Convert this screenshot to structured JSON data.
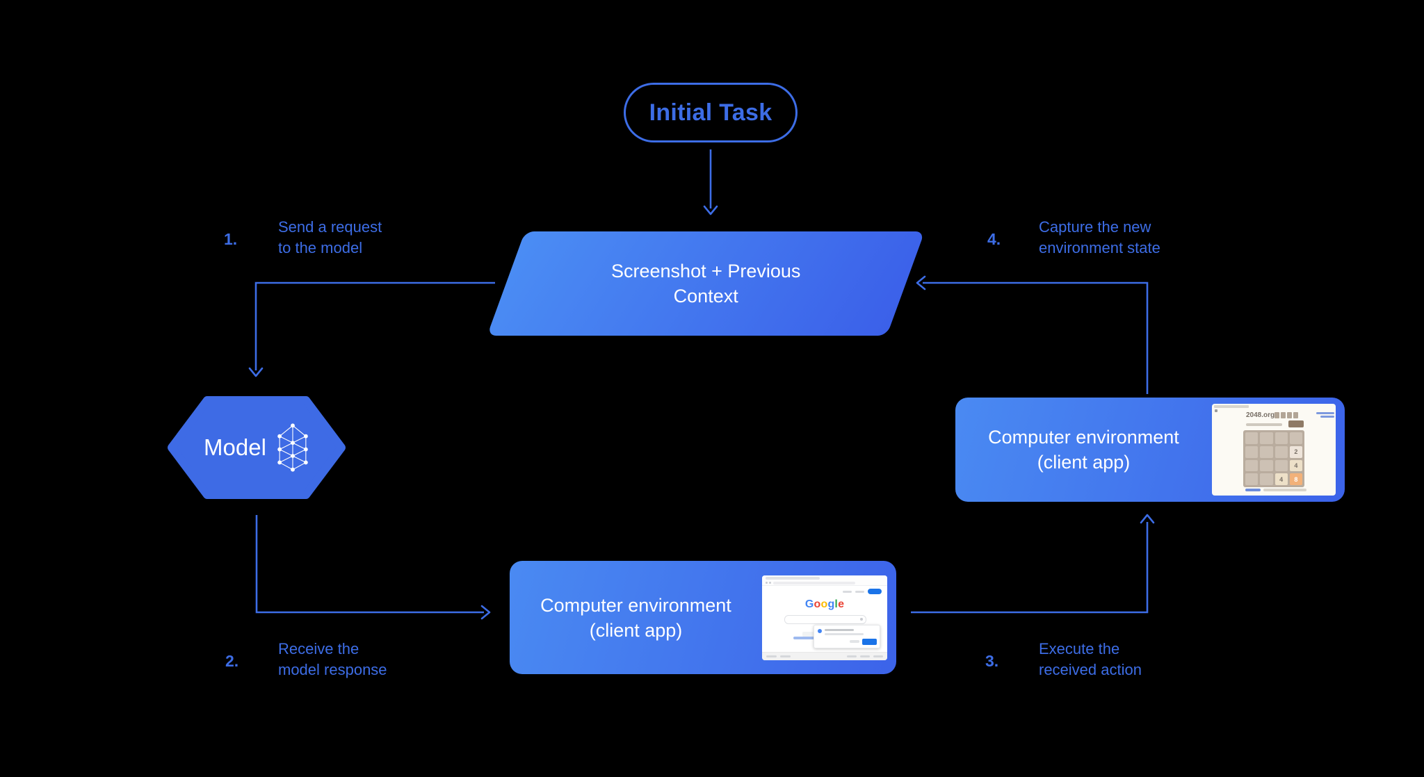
{
  "colors": {
    "background": "#000000",
    "accent_blue": "#3D6DE6",
    "box_gradient_start": "#4B8DF4",
    "box_gradient_end": "#3B60E9",
    "hexagon_fill": "#3E6BE5",
    "node_text": "#FFFFFF"
  },
  "nodes": {
    "initial_task": {
      "label": "Initial Task"
    },
    "screenshot_context": {
      "label": "Screenshot + Previous\nContext"
    },
    "model": {
      "label": "Model"
    },
    "env_bottom": {
      "label": "Computer environment\n(client app)"
    },
    "env_right": {
      "label": "Computer environment\n(client app)"
    }
  },
  "steps": [
    {
      "number": "1.",
      "label": "Send a request\nto the model"
    },
    {
      "number": "2.",
      "label": "Receive the\nmodel response"
    },
    {
      "number": "3.",
      "label": "Execute the\nreceived action"
    },
    {
      "number": "4.",
      "label": "Capture the new\nenvironment state"
    }
  ],
  "thumbnails": {
    "google": {
      "logo_letters": [
        "G",
        "o",
        "o",
        "g",
        "l",
        "e"
      ]
    },
    "game_2048": {
      "site_title": "2048.org",
      "tiles": {
        "r2c4": "2",
        "r3c4": "4",
        "r4c3": "4",
        "r4c4": "8"
      }
    }
  }
}
